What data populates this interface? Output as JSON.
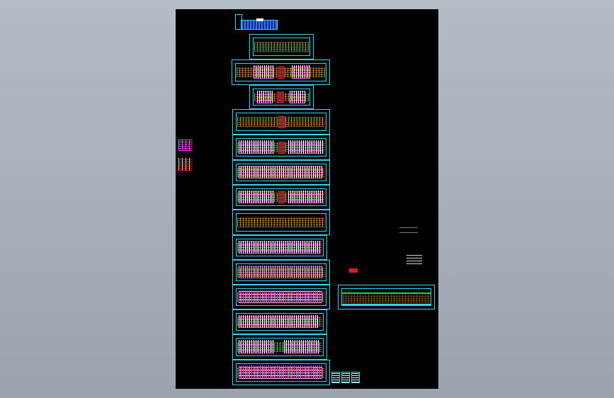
{
  "colors": {
    "viewport_background": "#a8b0ba",
    "model_space": "#000000",
    "frame": "#2fd6ef",
    "wall_green": "#1bdc3a",
    "axis_red": "#d82525",
    "furniture_magenta": "#ff2cff",
    "text_white": "#ffffff",
    "hatch_blue": "#3a6df0"
  },
  "drawing": {
    "content": "cad-floor-plan-sheets",
    "sheets": [
      {
        "kind": "key-plan"
      },
      {
        "kind": "floor-plan"
      },
      {
        "kind": "floor-plan"
      },
      {
        "kind": "floor-plan"
      },
      {
        "kind": "floor-plan"
      },
      {
        "kind": "floor-plan"
      },
      {
        "kind": "floor-plan"
      },
      {
        "kind": "floor-plan"
      },
      {
        "kind": "floor-plan"
      },
      {
        "kind": "floor-plan"
      },
      {
        "kind": "floor-plan"
      },
      {
        "kind": "floor-plan"
      },
      {
        "kind": "floor-plan"
      },
      {
        "kind": "floor-plan"
      },
      {
        "kind": "floor-plan"
      },
      {
        "kind": "elevation"
      }
    ]
  }
}
